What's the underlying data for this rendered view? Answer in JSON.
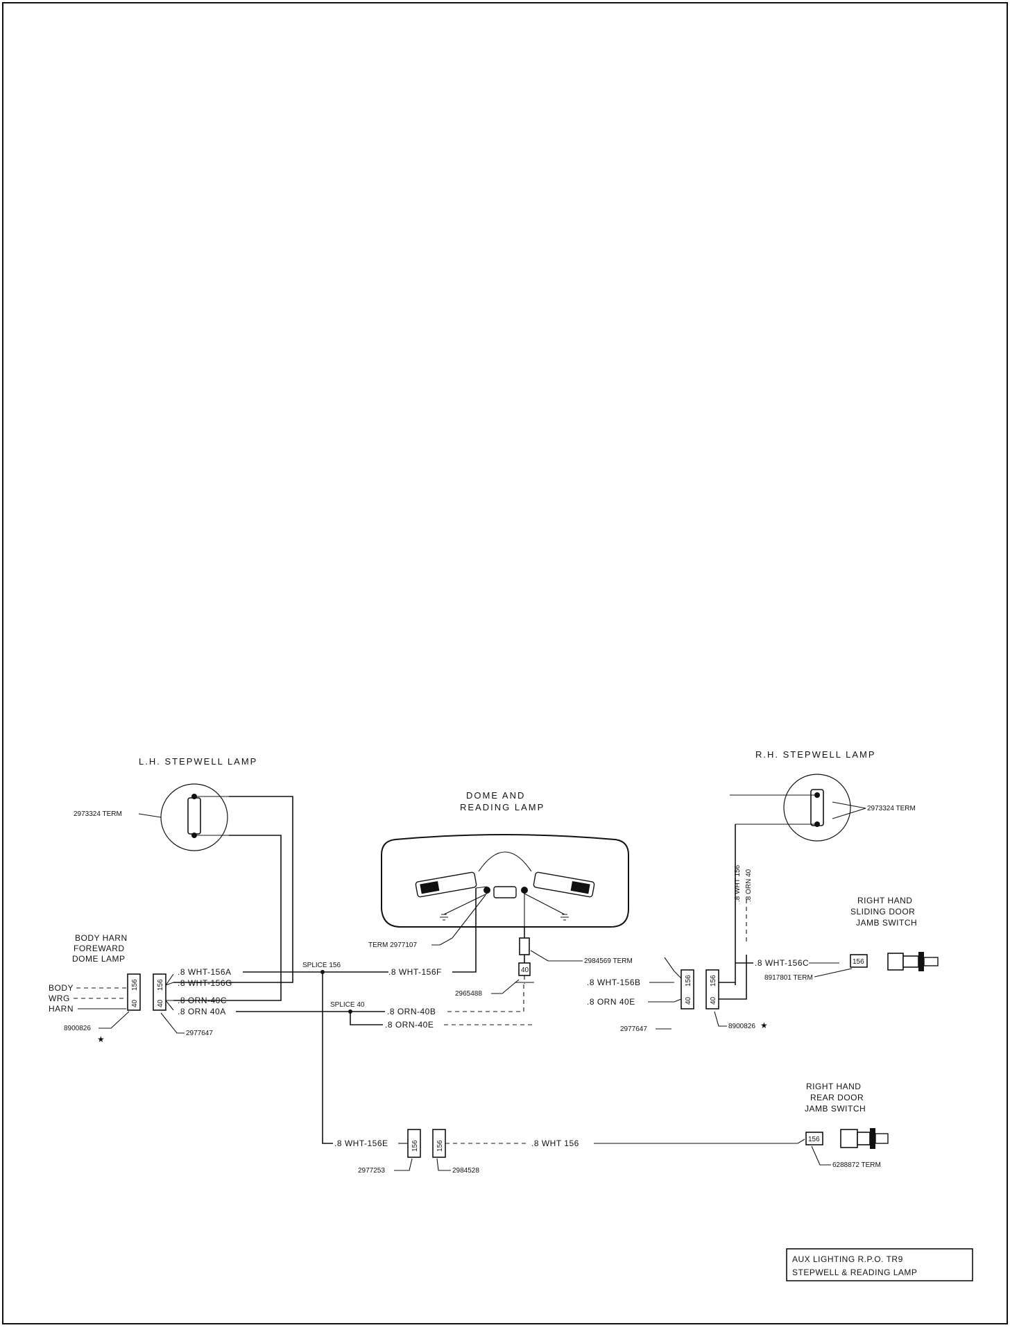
{
  "labels": {
    "lh_stepwell_lamp": "L.H. STEPWELL LAMP",
    "rh_stepwell_lamp": "R.H. STEPWELL LAMP",
    "dome_line1": "DOME AND",
    "dome_line2": "READING LAMP",
    "lh_term": "2973324 TERM",
    "rh_term": "2973324 TERM",
    "body_harn_1": "BODY HARN",
    "body_harn_2": "FOREWARD",
    "body_harn_3": "DOME LAMP",
    "body": "BODY",
    "wrg": "WRG",
    "harn": "HARN",
    "part_8900826_left": "8900826",
    "part_2977647_left": "2977647",
    "wire_156a": ".8 WHT-156A",
    "wire_156g": ".8 WHT-156G",
    "wire_40c": ".8 ORN-40C",
    "wire_40a": ".8 ORN 40A",
    "splice_156": "SPLICE 156",
    "splice_40": "SPLICE 40",
    "wire_156f": ".8 WHT-156F",
    "wire_40b": ".8 ORN-40B",
    "wire_40e_left": ".8 ORN-40E",
    "term_2977107": "TERM 2977107",
    "part_2965488": "2965488",
    "term_2984569": "2984569 TERM",
    "wire_156b": ".8 WHT-156B",
    "wire_40e_right": ".8 ORN 40E",
    "part_2977647_right": "2977647",
    "part_8900826_right": "8900826",
    "vert_wht156": ".8 WHT 156",
    "vert_orn40": ".8 ORN 40",
    "wire_156c": ".8 WHT-156C",
    "term_8917801": "8917801 TERM",
    "sliding_1": "RIGHT HAND",
    "sliding_2": "SLIDING DOOR",
    "sliding_3": "JAMB SWITCH",
    "wire_156e": ".8 WHT-156E",
    "part_2977253": "2977253",
    "part_2984528": "2984528",
    "wire_156": ".8 WHT 156",
    "rear_1": "RIGHT HAND",
    "rear_2": "REAR DOOR",
    "rear_3": "JAMB SWITCH",
    "term_6288872": "6288872 TERM",
    "conn_156": "156",
    "conn_40": "40",
    "star": "★",
    "title_1": "AUX LIGHTING R.P.O. TR9",
    "title_2": "STEPWELL & READING LAMP"
  }
}
